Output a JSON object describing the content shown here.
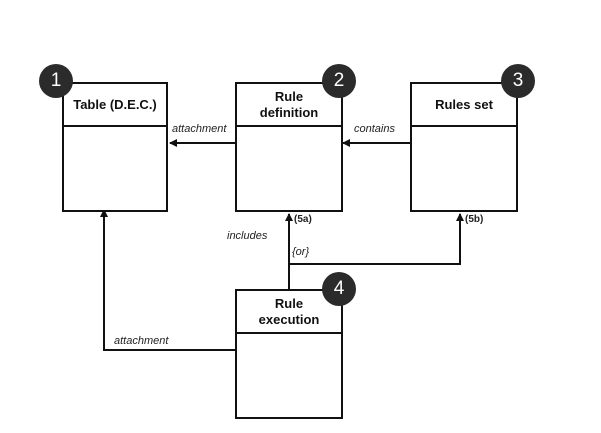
{
  "boxes": {
    "table": {
      "number": "1",
      "title": "Table (D.E.C.)"
    },
    "rule_definition": {
      "number": "2",
      "title_line1": "Rule",
      "title_line2": "definition"
    },
    "rules_set": {
      "number": "3",
      "title": "Rules set"
    },
    "rule_execution": {
      "number": "4",
      "title_line1": "Rule",
      "title_line2": "execution"
    }
  },
  "connectors": {
    "def_to_table": "attachment",
    "set_to_def": "contains",
    "exec_includes": "includes",
    "or_label": "{or}",
    "to_def_tag": "(5a)",
    "to_set_tag": "(5b)",
    "exec_to_table": "attachment"
  },
  "colors": {
    "line": "#111111",
    "badge": "#2b2b2b"
  }
}
